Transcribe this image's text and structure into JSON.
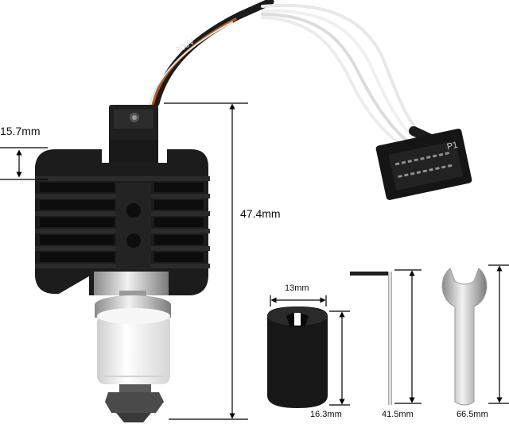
{
  "dimensions": {
    "heatsink_width": "15.7mm",
    "total_height": "47.4mm",
    "sleeve_diameter": "13mm",
    "sleeve_height": "16.3mm",
    "hex_key_length": "41.5mm",
    "wrench_length": "66.5mm"
  },
  "markings": {
    "wire_sleeve": "300V",
    "connector": "P1"
  },
  "colors": {
    "metal_black": "#1c1c1c",
    "ceramic_white": "#f1f1f1",
    "steel": "#c8c8c8",
    "copper": "#b35a1f",
    "dimension_line": "#000000"
  }
}
